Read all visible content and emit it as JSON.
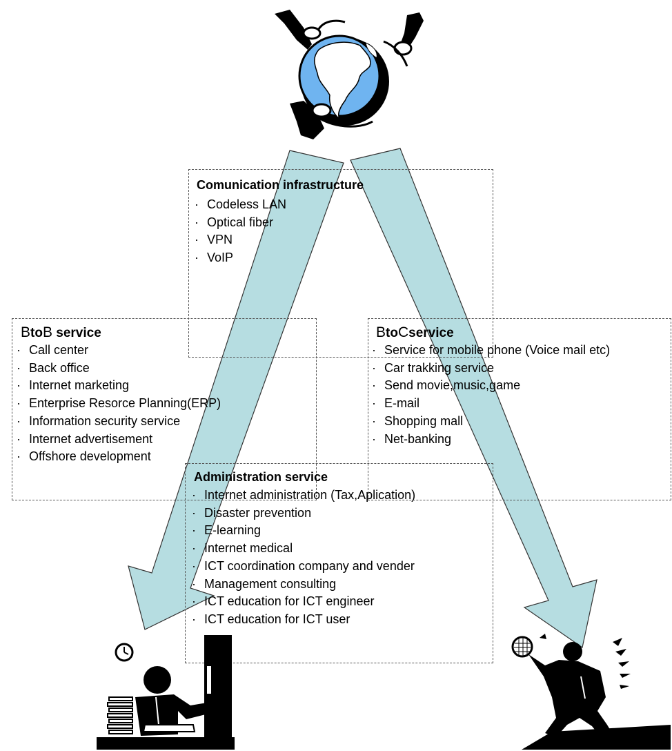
{
  "comm": {
    "title": "Comunication infrastructure",
    "items": [
      "Codeless LAN",
      "Optical fiber",
      "VPN",
      "VoIP"
    ]
  },
  "btob": {
    "title_b1": "B",
    "title_mid": "to",
    "title_b2": "B",
    "title_rest": " service",
    "items": [
      "Call center",
      "Back office",
      "Internet marketing",
      "Enterprise Resorce Planning(ERP)",
      "Information security service",
      "Internet advertisement",
      "Offshore development"
    ]
  },
  "btoc": {
    "title_b1": "B",
    "title_mid": "to",
    "title_c": "C",
    "title_rest": "service",
    "items": [
      "Service for mobile phone (Voice mail etc)",
      "Car trakking service",
      "Send movie,music,game",
      "E-mail",
      "Shopping mall",
      "Net-banking"
    ]
  },
  "admin": {
    "title": "Administration service",
    "items": [
      "Internet administration (Tax,Aplication)",
      "Disaster prevention",
      " E-learning",
      "Internet medical",
      "ICT coordination company and vender",
      "Management consulting",
      "ICT education for ICT engineer",
      "ICT education for ICT user"
    ]
  },
  "bullet": "·",
  "colors": {
    "arrow_fill": "#b6dde1",
    "globe_blue": "#6fb4f0"
  },
  "icons": {
    "globe": "globe-icon",
    "office_worker": "office-worker-icon",
    "clock": "clock-icon",
    "tennis_player": "tennis-player-icon"
  }
}
